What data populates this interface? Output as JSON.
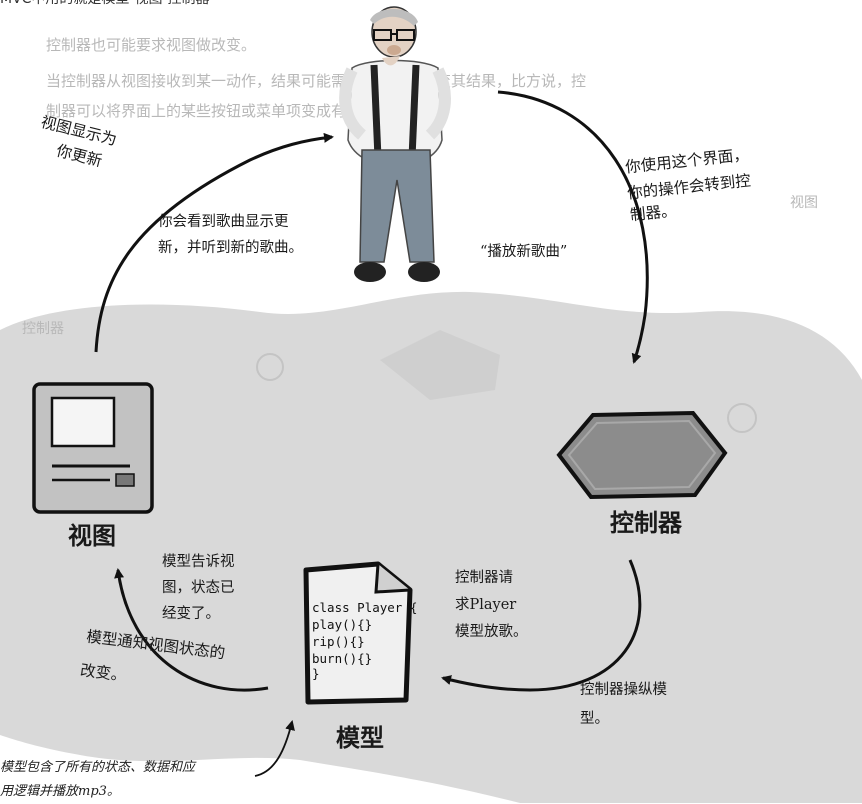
{
  "header_fragment": "MVC中用的就是模型-视图-控制器",
  "labels": {
    "view": "视图",
    "controller": "控制器",
    "model": "模型"
  },
  "steps": {
    "user_action": [
      "你使用这个界面，",
      "你的操作会转到控",
      "制器。"
    ],
    "play_request": "“播放新歌曲”",
    "controller_asks": [
      "控制器请",
      "求Player",
      "模型放歌。"
    ],
    "controller_manipulates": [
      "控制器操纵模",
      "型。"
    ],
    "model_tells_view": [
      "模型告诉视",
      "图，状态已",
      "经变了。"
    ],
    "model_notifies": [
      "模型通知视图状态的",
      "改变。"
    ],
    "view_updates": [
      "视图显示为",
      "你更新"
    ],
    "you_see": [
      "你会看到歌曲显示更",
      "新，并听到新的歌曲。"
    ]
  },
  "code": [
    "class Player {",
    "  play(){}",
    "  rip(){}",
    "  burn(){}",
    "}"
  ],
  "footnote": [
    "模型包含了所有的状态、数据和应",
    "用逻辑并播放mp3。"
  ],
  "background_text": [
    "控制器也可能要求视图做改变。",
    "当控制器从视图接收到某一动作，结果可能需要告诉视图改变其结果，比方说，控",
    "制器可以将界面上的某些按钮或菜单项变成有效或无效。",
    "视图",
    "控制器"
  ],
  "colors": {
    "blob": "#d9d9d9",
    "arrow": "#111111",
    "controller_fill": "#8c8c8c",
    "device_fill": "#c2c2c2"
  }
}
